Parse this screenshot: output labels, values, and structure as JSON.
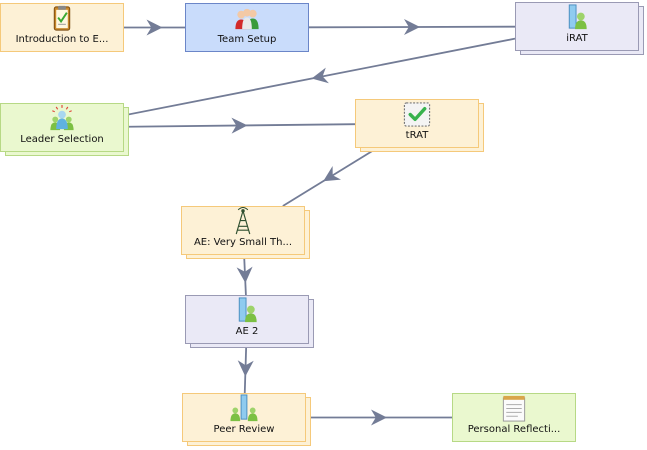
{
  "colors": {
    "edge": "#737c96",
    "yellow_fill": "#fdf1d6",
    "green_fill": "#eaf8cf",
    "lilac_fill": "#eae9f6",
    "blue_fill": "#c9dcfb"
  },
  "nodes": [
    {
      "id": "intro",
      "label": "Introduction to E...",
      "icon": "clipboard-icon",
      "color": "yellow",
      "stacked": false
    },
    {
      "id": "team",
      "label": "Team Setup",
      "icon": "group-icon",
      "color": "blue",
      "stacked": false
    },
    {
      "id": "irat",
      "label": "iRAT",
      "icon": "learner-icon",
      "color": "lilac",
      "stacked": true
    },
    {
      "id": "leader",
      "label": "Leader Selection",
      "icon": "leader-icon",
      "color": "green",
      "stacked": true
    },
    {
      "id": "trat",
      "label": "tRAT",
      "icon": "checkmark-icon",
      "color": "yellow",
      "stacked": true
    },
    {
      "id": "ae1",
      "label": "AE: Very Small Th...",
      "icon": "antenna-icon",
      "color": "yellow",
      "stacked": true
    },
    {
      "id": "ae2",
      "label": "AE 2",
      "icon": "learner-icon",
      "color": "lilac",
      "stacked": true
    },
    {
      "id": "peer",
      "label": "Peer Review",
      "icon": "peer-icon",
      "color": "yellow",
      "stacked": true
    },
    {
      "id": "reflect",
      "label": "Personal Reflecti...",
      "icon": "notepad-icon",
      "color": "green",
      "stacked": false
    }
  ],
  "edges": [
    {
      "from": "intro",
      "to": "team"
    },
    {
      "from": "team",
      "to": "irat"
    },
    {
      "from": "irat",
      "to": "leader"
    },
    {
      "from": "leader",
      "to": "trat"
    },
    {
      "from": "trat",
      "to": "ae1"
    },
    {
      "from": "ae1",
      "to": "ae2"
    },
    {
      "from": "ae2",
      "to": "peer"
    },
    {
      "from": "peer",
      "to": "reflect"
    }
  ]
}
